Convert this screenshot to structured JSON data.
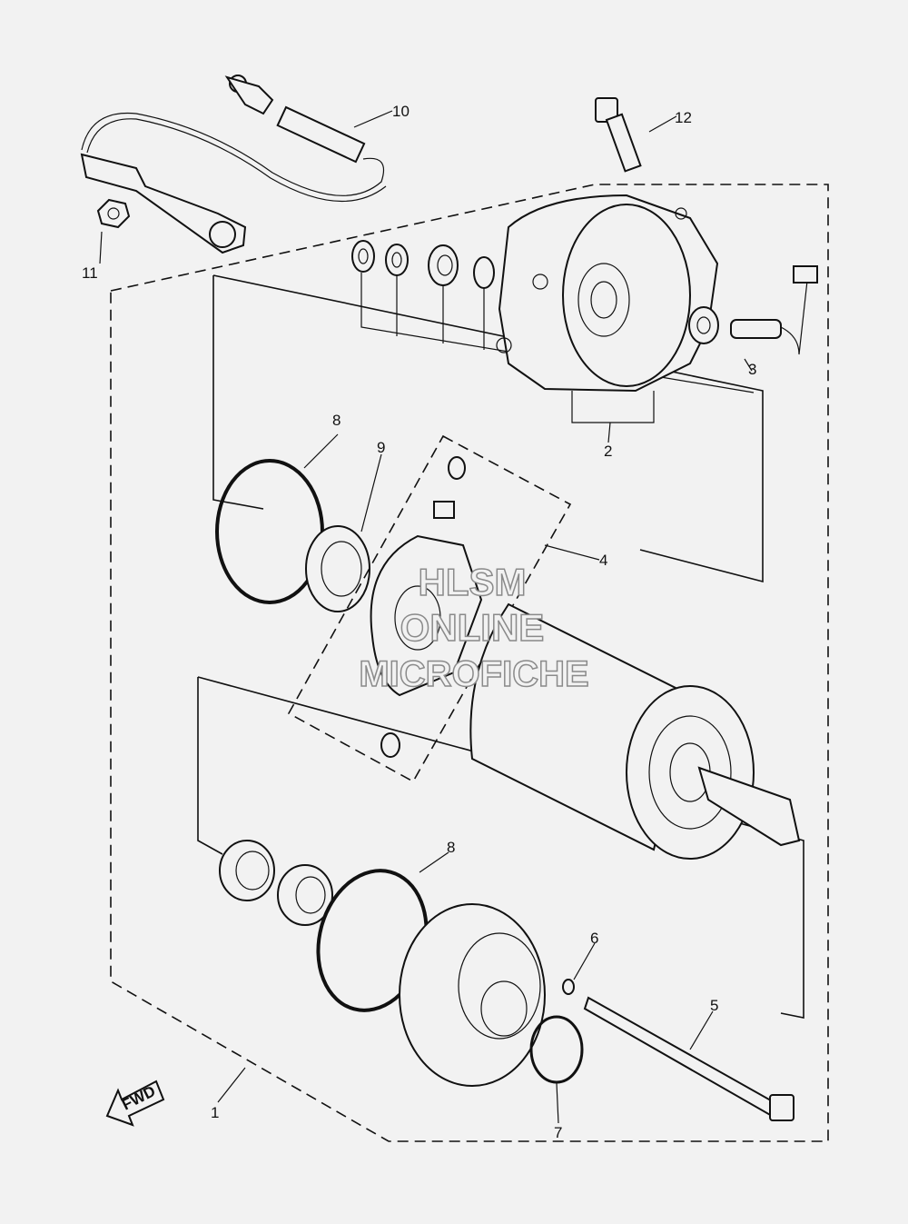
{
  "callouts": {
    "c1": "1",
    "c2": "2",
    "c3": "3",
    "c4": "4",
    "c5": "5",
    "c6": "6",
    "c7": "7",
    "c8a": "8",
    "c8b": "8",
    "c9": "9",
    "c10": "10",
    "c11": "11",
    "c12": "12"
  },
  "fwd_label": "FWD",
  "watermark": {
    "line1": "HLSM",
    "line2": "ONLINE",
    "line3": "MICROFICHE"
  },
  "colors": {
    "background": "#f2f2f2",
    "ink": "#111111",
    "watermark_stroke": "#8a8a8a"
  }
}
